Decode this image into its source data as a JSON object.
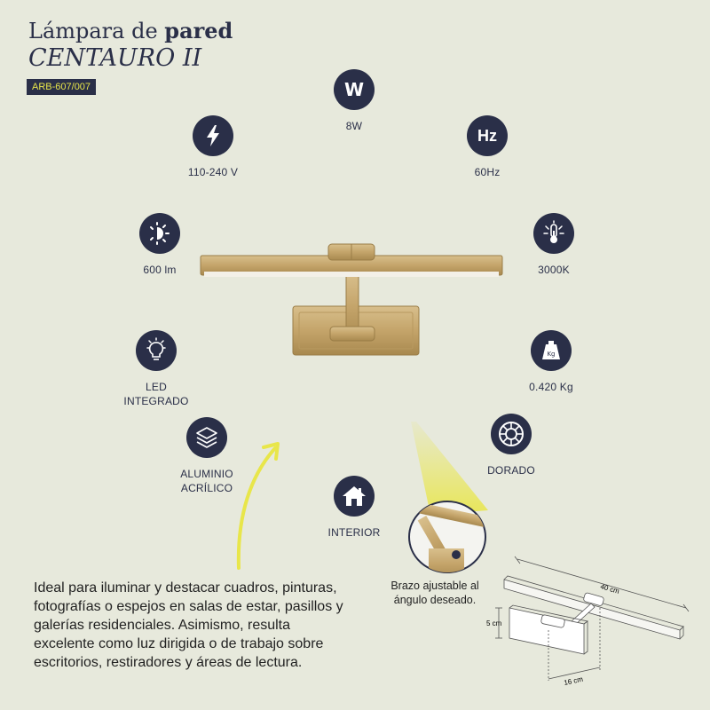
{
  "header": {
    "title_light": "Lámpara de",
    "title_bold": "pared",
    "model": "CENTAURO II",
    "code": "ARB-607/007"
  },
  "specs": [
    {
      "icon": "watt-icon",
      "label": "8W"
    },
    {
      "icon": "lightning-icon",
      "label": "110-240 V"
    },
    {
      "icon": "hertz-icon",
      "label": "60Hz"
    },
    {
      "icon": "brightness-icon",
      "label": "600 lm"
    },
    {
      "icon": "thermometer-icon",
      "label": "3000K"
    },
    {
      "icon": "bulb-icon",
      "label_lines": [
        "LED",
        "INTEGRADO"
      ]
    },
    {
      "icon": "weight-icon",
      "icon_text": "Kg",
      "label": "0.420 Kg"
    },
    {
      "icon": "layers-icon",
      "label_lines": [
        "ALUMINIO",
        "ACRÍLICO"
      ]
    },
    {
      "icon": "color-wheel-icon",
      "label": "DORADO"
    },
    {
      "icon": "house-icon",
      "label": "INTERIOR"
    }
  ],
  "icon_text": {
    "watt": "W",
    "hertz": "Hz",
    "weight": "Kg"
  },
  "description": "Ideal para iluminar y destacar cuadros, pinturas, fotografías o espejos en salas de estar, pasillos y galerías residenciales. Asimismo, resulta excelente como luz dirigida o de trabajo sobre escritorios, restiradores y áreas de lectura.",
  "arm_caption": "Brazo ajustable al ángulo deseado.",
  "dimensions": {
    "width": "40 cm",
    "height": "5 cm",
    "depth": "16 cm"
  },
  "colors": {
    "navy": "#2a2f48",
    "accent_yellow": "#e8e64a",
    "background": "#e7e9dc",
    "brass": "#c4a46a"
  }
}
